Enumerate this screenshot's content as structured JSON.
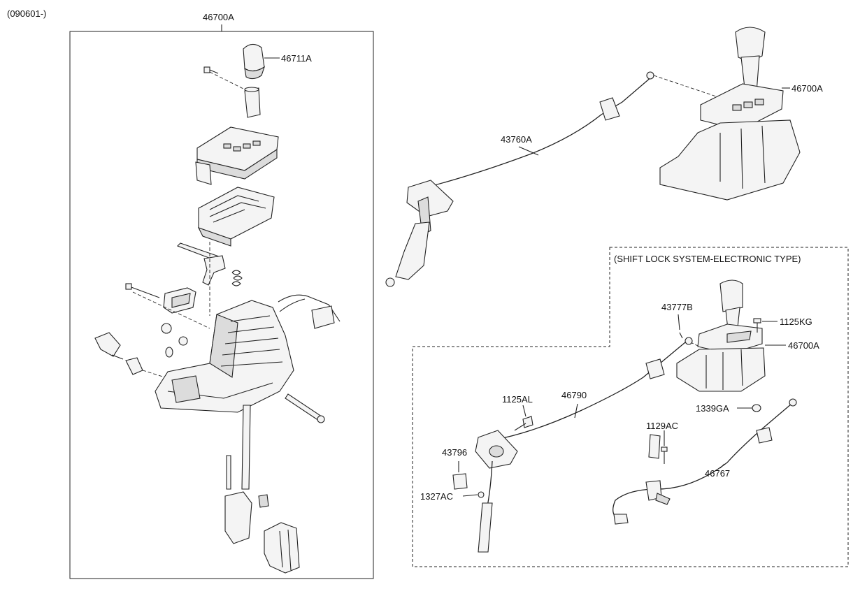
{
  "header": {
    "code": "(090601-)"
  },
  "assembly_box": {
    "title": "46700A"
  },
  "inset": {
    "title": "(SHIFT LOCK SYSTEM-ELECTRONIC TYPE)"
  },
  "labels": {
    "knob": "46711A",
    "cable_main": "43760A",
    "lever_assy_top": "46700A",
    "pin": "43777B",
    "bolt_kg": "1125KG",
    "lever_assy_inset": "46700A",
    "bolt_al": "1125AL",
    "cable_inset": "46790",
    "nut_ga": "1339GA",
    "bolt_ac": "1129AC",
    "clip": "43796",
    "nut_ac": "1327AC",
    "lock_cable": "46767"
  }
}
